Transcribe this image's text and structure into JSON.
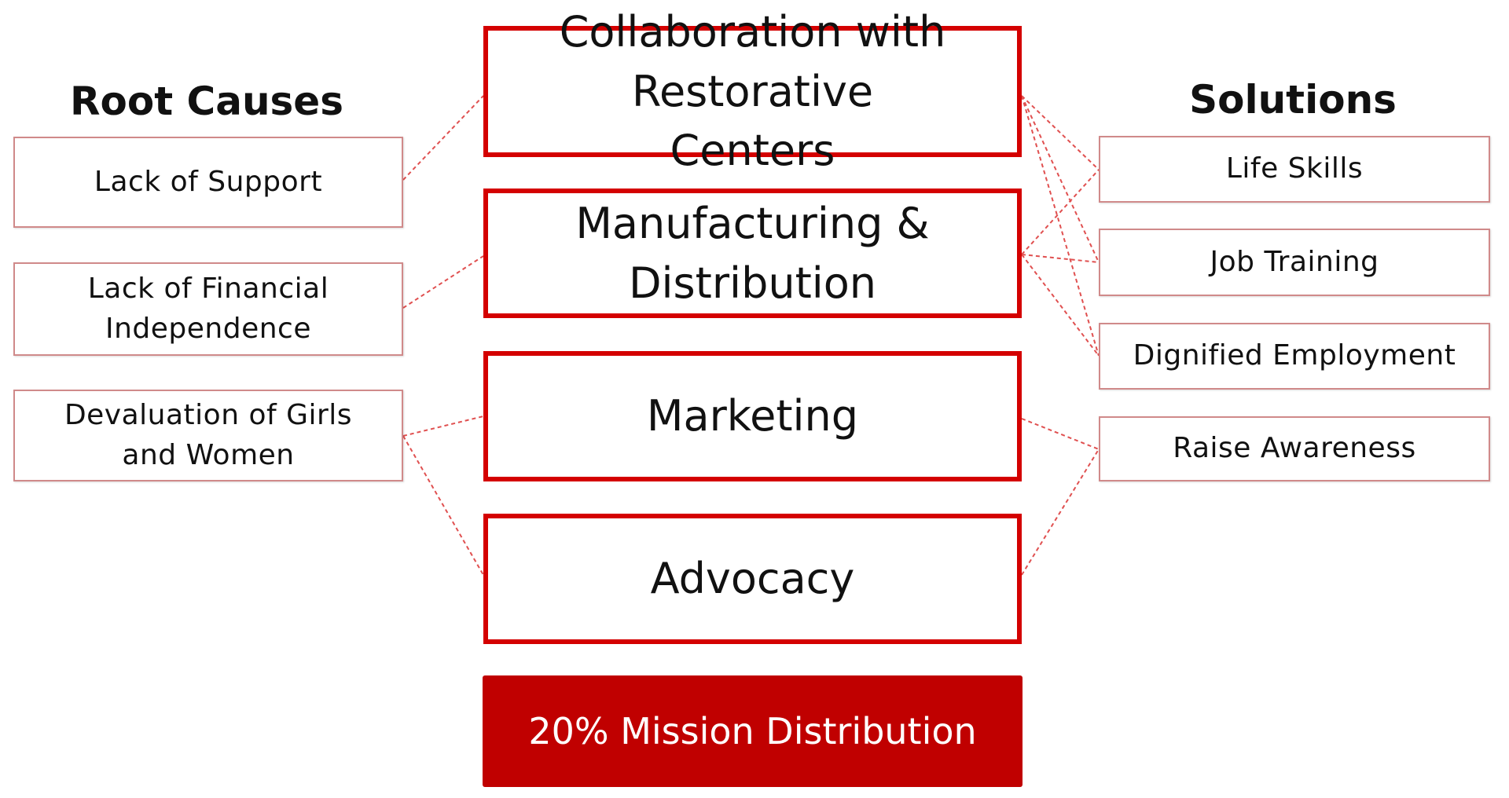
{
  "root_causes": {
    "heading": "Root Causes",
    "items": [
      "Lack of Support",
      "Lack of Financial Independence",
      "Devaluation of Girls and Women"
    ]
  },
  "center": {
    "items": [
      "Collaboration with Restorative Centers",
      "Manufacturing & Distribution",
      "Marketing",
      "Advocacy"
    ],
    "mission": "20% Mission Distribution"
  },
  "solutions": {
    "heading": "Solutions",
    "items": [
      "Life Skills",
      "Job Training",
      "Dignified Employment",
      "Raise Awareness"
    ]
  },
  "colors": {
    "accent": "#c00000",
    "connector": "#e05050",
    "side_border": "#d08a8a"
  }
}
